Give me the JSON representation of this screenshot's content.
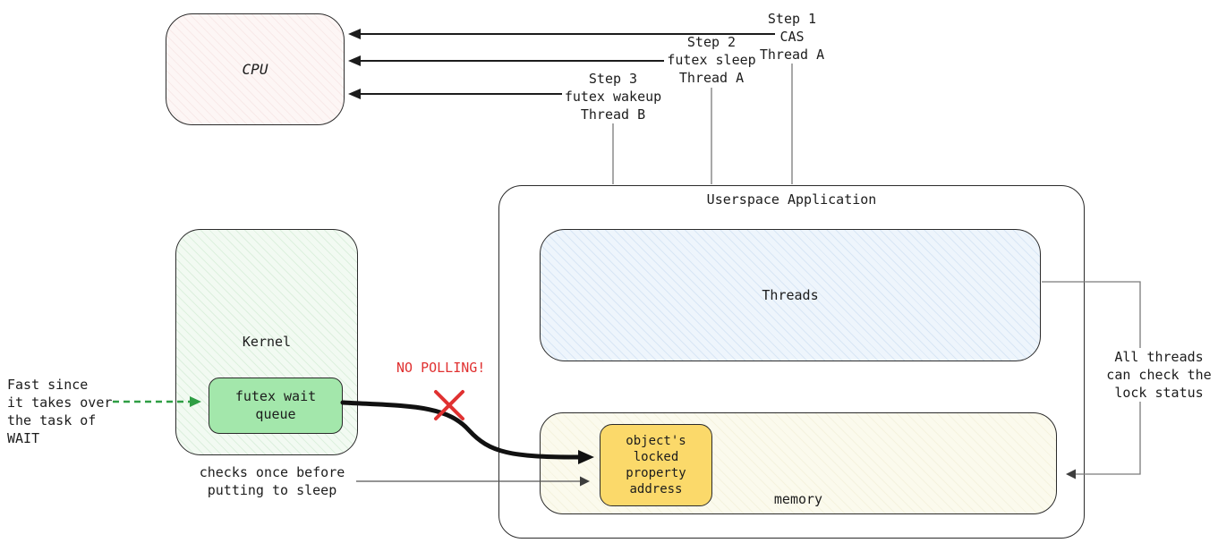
{
  "colors": {
    "line_black": "#1c1c1c",
    "line_gray": "#7a7a7a",
    "accent_red": "#e03131",
    "accent_green": "#2f9e44",
    "cpu_fill": "#fdf6f5",
    "kernel_fill": "#f2faf2",
    "threads_fill": "#eef5fc",
    "memory_fill": "#fbfaed",
    "object_fill": "#fbd96a",
    "futex_fill": "#a3e7ab"
  },
  "cpu": {
    "label": "CPU"
  },
  "step_labels": [
    {
      "label": "Step 1\nCAS\nThread A"
    },
    {
      "label": "Step 2\nfutex sleep\nThread A"
    },
    {
      "label": "Step 3\nfutex wakeup\nThread B"
    }
  ],
  "userspace": {
    "title": "Userspace Application",
    "threads_label": "Threads",
    "memory_label": "memory",
    "object_box_label": "object's\nlocked\nproperty\naddress"
  },
  "kernel": {
    "title": "Kernel",
    "futex_queue_label": "futex wait\nqueue"
  },
  "annotations": {
    "fast_note": "Fast since\nit takes over\nthe task of\nWAIT",
    "no_polling": "NO POLLING!",
    "checks_note": "checks once before\nputting to sleep",
    "all_threads_note": "All threads\ncan check the\nlock status"
  }
}
